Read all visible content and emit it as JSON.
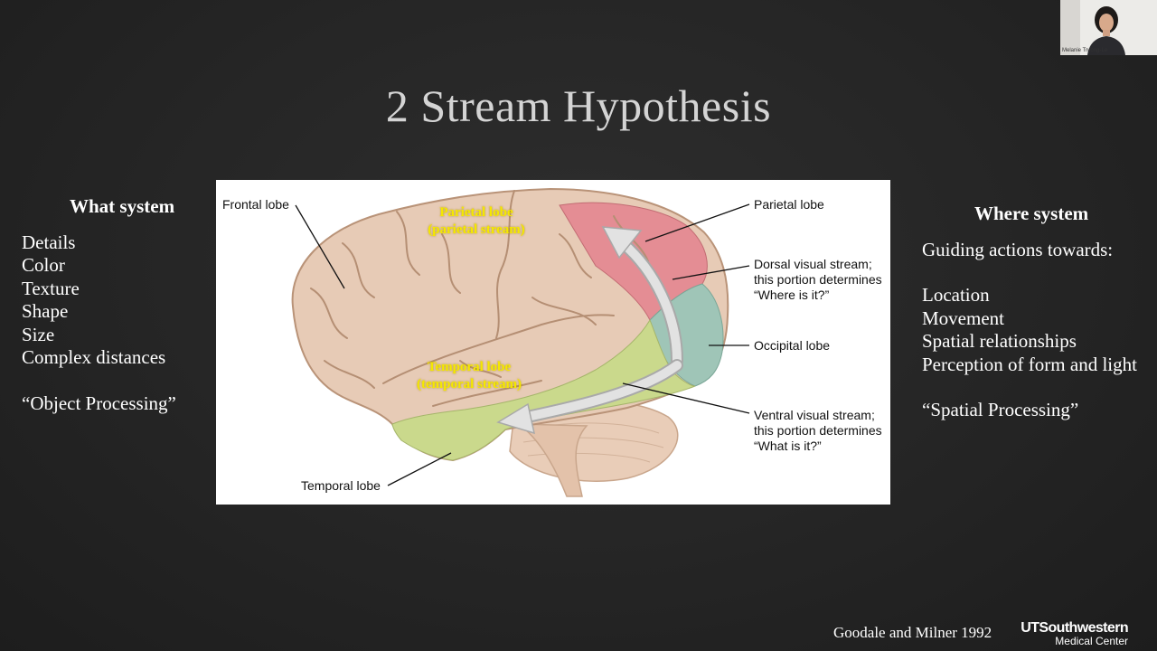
{
  "slide": {
    "title": "2 Stream Hypothesis",
    "left_column": {
      "heading": "What system",
      "items": [
        "Details",
        "Color",
        "Texture",
        "Shape",
        "Size",
        "Complex distances"
      ],
      "summary": "“Object Processing”"
    },
    "right_column": {
      "heading": "Where system",
      "intro": "Guiding actions towards:",
      "items": [
        "Location",
        "Movement",
        "Spatial relationships",
        "Perception of form and light"
      ],
      "summary": "“Spatial Processing”"
    },
    "citation": "Goodale and Milner 1992",
    "logo": {
      "line1": "UTSouthwestern",
      "line2": "Medical Center"
    }
  },
  "figure": {
    "labels": {
      "frontal": "Frontal lobe",
      "parietal": "Parietal lobe",
      "dorsal": [
        "Dorsal visual stream;",
        "this portion determines",
        "“Where is it?”"
      ],
      "occipital": "Occipital lobe",
      "ventral": [
        "Ventral visual stream;",
        "this portion determines",
        "“What is it?”"
      ],
      "temporal": "Temporal lobe"
    },
    "overlay": {
      "parietal": [
        "Parietal lobe",
        "(parietal stream)"
      ],
      "temporal": [
        "Temporal lobe",
        "(temporal stream)"
      ]
    },
    "colors": {
      "brain": "#e7cbb6",
      "parietal_region": "#e48d94",
      "occipital_region": "#9fc5b7",
      "temporal_region": "#cad98c",
      "overlay_text": "#f5e800"
    }
  },
  "webcam": {
    "participant": "Melanie Truong-Le"
  }
}
